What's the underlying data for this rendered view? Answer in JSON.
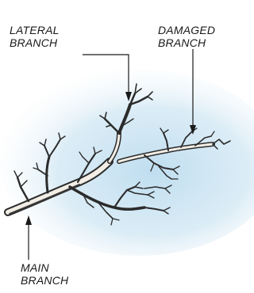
{
  "labels": {
    "lateral": {
      "line1": "LATERAL",
      "line2": "BRANCH"
    },
    "damaged": {
      "line1": "DAMAGED",
      "line2": "BRANCH"
    },
    "main": {
      "line1": "MAIN",
      "line2": "BRANCH"
    }
  },
  "colors": {
    "sky": "#cfe6f3",
    "bark_fill": "#f2eee6",
    "bark_outline": "#2b2b2b",
    "bark_shadow": "#3a3a3a",
    "leader_line": "#1a1a1a",
    "label_text": "#1a1a1a"
  }
}
